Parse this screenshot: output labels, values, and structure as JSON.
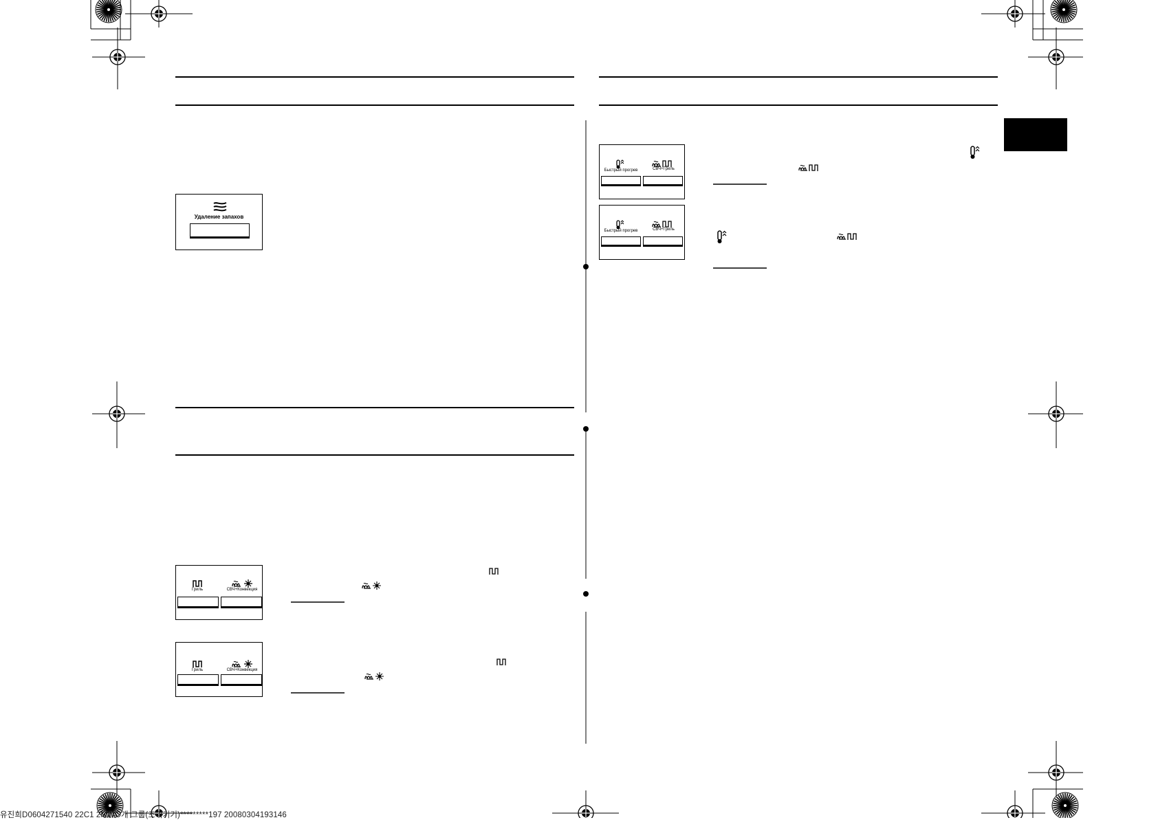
{
  "panels": {
    "deodorize": {
      "label": "Удаление запахов"
    },
    "grill_convection": {
      "left_label": "Гриль",
      "right_label": "СВЧ+Конвекция"
    },
    "fast_preheat_grill": {
      "left_label": "Быстрый прогрев",
      "right_label": "СВЧ+Гриль"
    }
  },
  "footer": {
    "text": "유진희D0604271540 22C1 2MWO개 그룹(조리기기)*********197 20080304193146"
  },
  "icons": {
    "grill": "grill-icon",
    "mw_convection": "mw-convection-icon",
    "mw_grill": "mw-grill-icon",
    "thermometer": "thermometer-icon",
    "deodorize": "deodorize-icon",
    "registration_mark": "registration-mark-icon",
    "color_wheel": "color-wheel-icon"
  }
}
